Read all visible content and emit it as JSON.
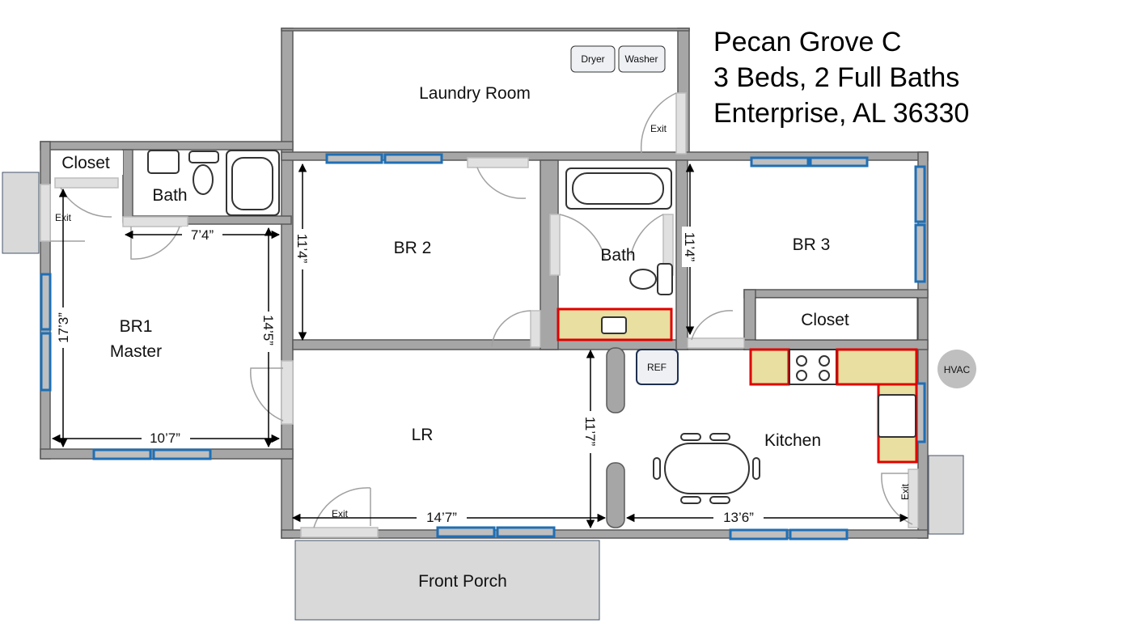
{
  "title": {
    "name": "Pecan Grove C",
    "beds_baths": "3 Beds, 2 Full Baths",
    "location": "Enterprise, AL 36330"
  },
  "rooms": {
    "laundry": "Laundry Room",
    "master_closet": "Closet",
    "master_bath": "Bath",
    "br1_line1": "BR1",
    "br1_line2": "Master",
    "br2": "BR 2",
    "hall_bath": "Bath",
    "br3": "BR 3",
    "br3_closet": "Closet",
    "lr": "LR",
    "kitchen": "Kitchen",
    "porch": "Front Porch"
  },
  "appliances": {
    "dryer": "Dryer",
    "washer": "Washer",
    "ref": "REF",
    "hvac": "HVAC"
  },
  "exits": [
    "Exit",
    "Exit",
    "Exit",
    "Exit"
  ],
  "dimensions": {
    "master_bath_width": "7’4”",
    "br1_height": "17’3”",
    "br1_inner_height": "14’5”",
    "br1_width": "10’7”",
    "br2_height": "11’4”",
    "br3_height": "11’4”",
    "lr_width": "14’7”",
    "lr_height": "11’7”",
    "kitchen_width": "13’6”"
  },
  "colors": {
    "wall": "#a6a6a6",
    "window": "#1f6fb5",
    "counter_outline": "#e00000",
    "counter_fill": "#e8dfa0",
    "porch": "#d9d9d9"
  }
}
